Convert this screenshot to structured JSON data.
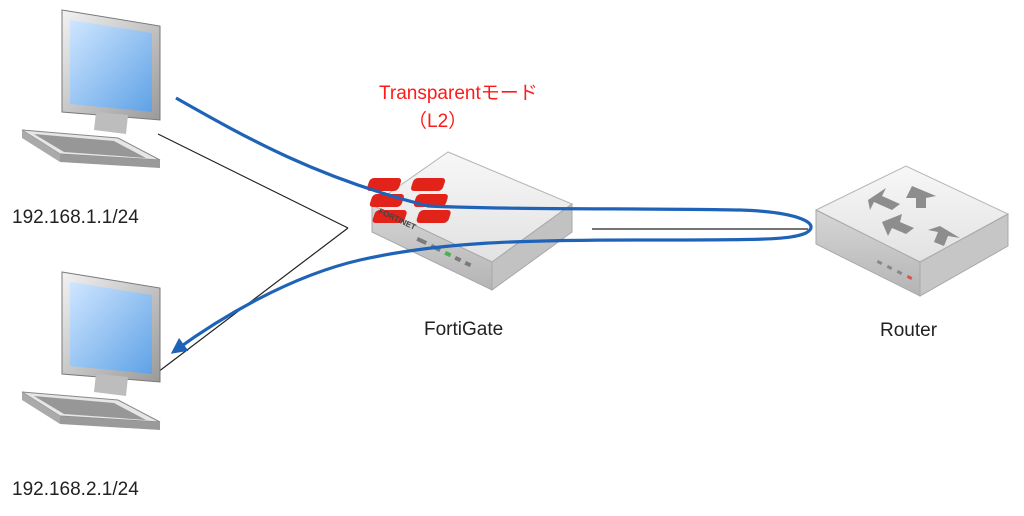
{
  "mode": {
    "title": "Transparentモード",
    "subtitle": "（L2）"
  },
  "nodes": {
    "pc1": {
      "address": "192.168.1.1/24"
    },
    "pc2": {
      "address": "192.168.2.1/24"
    },
    "fortigate": {
      "label": "FortiGate",
      "brand_text": "FORTINET"
    },
    "router": {
      "label": "Router"
    }
  },
  "colors": {
    "flow": "#1f63b8",
    "mode_text": "#ff1a1a",
    "fortinet_red": "#e2231a"
  }
}
